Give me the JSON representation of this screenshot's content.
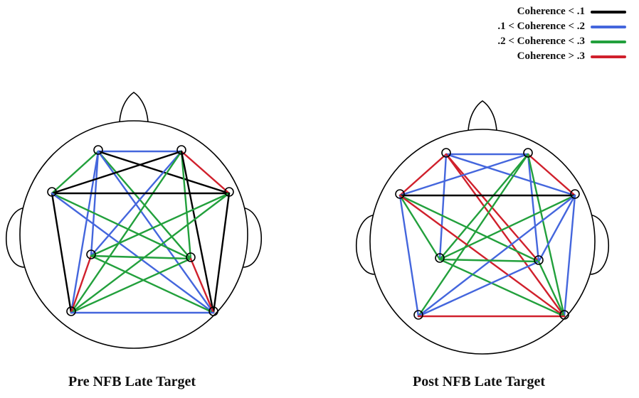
{
  "legend": [
    {
      "label": "Coherence < .1",
      "color": "#000000"
    },
    {
      "label": ".1 < Coherence < .2",
      "color": "#4466dd"
    },
    {
      "label": ".2 < Coherence < .3",
      "color": "#22a03c"
    },
    {
      "label": "Coherence > .3",
      "color": "#d0202c"
    }
  ],
  "diagrams": [
    {
      "title": "Pre NFB Late Target",
      "connections": [
        {
          "from": 0,
          "to": 1,
          "level": 1
        },
        {
          "from": 0,
          "to": 2,
          "level": 2
        },
        {
          "from": 0,
          "to": 3,
          "level": 0
        },
        {
          "from": 0,
          "to": 4,
          "level": 1
        },
        {
          "from": 0,
          "to": 5,
          "level": 2
        },
        {
          "from": 0,
          "to": 6,
          "level": 1
        },
        {
          "from": 0,
          "to": 7,
          "level": 1
        },
        {
          "from": 1,
          "to": 2,
          "level": 0
        },
        {
          "from": 1,
          "to": 3,
          "level": 3
        },
        {
          "from": 1,
          "to": 4,
          "level": 1
        },
        {
          "from": 1,
          "to": 5,
          "level": 2
        },
        {
          "from": 1,
          "to": 6,
          "level": 2
        },
        {
          "from": 1,
          "to": 7,
          "level": 0
        },
        {
          "from": 2,
          "to": 3,
          "level": 0
        },
        {
          "from": 2,
          "to": 5,
          "level": 2
        },
        {
          "from": 2,
          "to": 6,
          "level": 0
        },
        {
          "from": 2,
          "to": 7,
          "level": 1
        },
        {
          "from": 3,
          "to": 4,
          "level": 2
        },
        {
          "from": 3,
          "to": 6,
          "level": 2
        },
        {
          "from": 3,
          "to": 7,
          "level": 0
        },
        {
          "from": 4,
          "to": 5,
          "level": 2
        },
        {
          "from": 4,
          "to": 6,
          "level": 3
        },
        {
          "from": 4,
          "to": 7,
          "level": 2
        },
        {
          "from": 5,
          "to": 6,
          "level": 2
        },
        {
          "from": 5,
          "to": 7,
          "level": 3
        },
        {
          "from": 6,
          "to": 7,
          "level": 1
        }
      ]
    },
    {
      "title": "Post NFB Late Target",
      "connections": [
        {
          "from": 0,
          "to": 1,
          "level": 1
        },
        {
          "from": 0,
          "to": 2,
          "level": 3
        },
        {
          "from": 0,
          "to": 3,
          "level": 1
        },
        {
          "from": 0,
          "to": 4,
          "level": 1
        },
        {
          "from": 0,
          "to": 5,
          "level": 3
        },
        {
          "from": 0,
          "to": 7,
          "level": 3
        },
        {
          "from": 1,
          "to": 2,
          "level": 1
        },
        {
          "from": 1,
          "to": 3,
          "level": 3
        },
        {
          "from": 1,
          "to": 4,
          "level": 2
        },
        {
          "from": 1,
          "to": 5,
          "level": 1
        },
        {
          "from": 1,
          "to": 6,
          "level": 2
        },
        {
          "from": 1,
          "to": 7,
          "level": 2
        },
        {
          "from": 2,
          "to": 3,
          "level": 0
        },
        {
          "from": 2,
          "to": 4,
          "level": 2
        },
        {
          "from": 2,
          "to": 5,
          "level": 2
        },
        {
          "from": 2,
          "to": 6,
          "level": 1
        },
        {
          "from": 2,
          "to": 7,
          "level": 3
        },
        {
          "from": 3,
          "to": 4,
          "level": 2
        },
        {
          "from": 3,
          "to": 5,
          "level": 1
        },
        {
          "from": 3,
          "to": 6,
          "level": 1
        },
        {
          "from": 3,
          "to": 7,
          "level": 1
        },
        {
          "from": 4,
          "to": 5,
          "level": 2
        },
        {
          "from": 4,
          "to": 7,
          "level": 2
        },
        {
          "from": 5,
          "to": 6,
          "level": 1
        },
        {
          "from": 5,
          "to": 7,
          "level": 2
        },
        {
          "from": 6,
          "to": 7,
          "level": 3
        }
      ]
    }
  ]
}
